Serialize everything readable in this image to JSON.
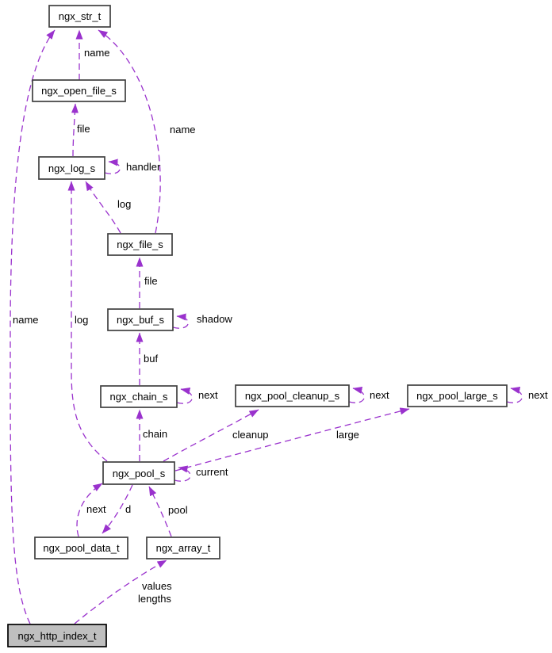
{
  "diagram": {
    "kind": "collaboration-graph",
    "colors": {
      "edge": "#9a32cd",
      "node_border": "#404040",
      "node_fill": "#ffffff",
      "highlight_node_fill": "#bfbfbf",
      "highlight_node_border": "#000000",
      "text": "#000000",
      "background": "#ffffff"
    },
    "nodes": {
      "str": {
        "label": "ngx_str_t"
      },
      "open_file": {
        "label": "ngx_open_file_s"
      },
      "log": {
        "label": "ngx_log_s"
      },
      "file": {
        "label": "ngx_file_s"
      },
      "buf": {
        "label": "ngx_buf_s"
      },
      "chain": {
        "label": "ngx_chain_s"
      },
      "pool_cleanup": {
        "label": "ngx_pool_cleanup_s"
      },
      "pool_large": {
        "label": "ngx_pool_large_s"
      },
      "pool": {
        "label": "ngx_pool_s"
      },
      "pool_data": {
        "label": "ngx_pool_data_t"
      },
      "array": {
        "label": "ngx_array_t"
      },
      "http_index": {
        "label": "ngx_http_index_t"
      }
    },
    "edge_labels": {
      "name_http_index": "name",
      "name_open_file": "name",
      "name_file": "name",
      "file_log": "file",
      "handler": "handler",
      "log_file": "log",
      "log_pool": "log",
      "file_buf": "file",
      "shadow": "shadow",
      "buf_chain": "buf",
      "next_chain": "next",
      "chain_pool": "chain",
      "next_cleanup": "next",
      "next_large": "next",
      "cleanup_pool": "cleanup",
      "large_pool": "large",
      "current": "current",
      "next_pool_data": "next",
      "d": "d",
      "pool_array": "pool",
      "values": "values",
      "lengths": "lengths"
    },
    "edges": [
      {
        "from": "ngx_http_index_t",
        "to": "ngx_str_t",
        "label": "name"
      },
      {
        "from": "ngx_open_file_s",
        "to": "ngx_str_t",
        "label": "name"
      },
      {
        "from": "ngx_file_s",
        "to": "ngx_str_t",
        "label": "name"
      },
      {
        "from": "ngx_log_s",
        "to": "ngx_open_file_s",
        "label": "file"
      },
      {
        "from": "ngx_log_s",
        "to": "ngx_log_s",
        "label": "handler"
      },
      {
        "from": "ngx_file_s",
        "to": "ngx_log_s",
        "label": "log"
      },
      {
        "from": "ngx_pool_s",
        "to": "ngx_log_s",
        "label": "log"
      },
      {
        "from": "ngx_buf_s",
        "to": "ngx_file_s",
        "label": "file"
      },
      {
        "from": "ngx_buf_s",
        "to": "ngx_buf_s",
        "label": "shadow"
      },
      {
        "from": "ngx_chain_s",
        "to": "ngx_buf_s",
        "label": "buf"
      },
      {
        "from": "ngx_chain_s",
        "to": "ngx_chain_s",
        "label": "next"
      },
      {
        "from": "ngx_pool_s",
        "to": "ngx_chain_s",
        "label": "chain"
      },
      {
        "from": "ngx_pool_cleanup_s",
        "to": "ngx_pool_cleanup_s",
        "label": "next"
      },
      {
        "from": "ngx_pool_large_s",
        "to": "ngx_pool_large_s",
        "label": "next"
      },
      {
        "from": "ngx_pool_s",
        "to": "ngx_pool_cleanup_s",
        "label": "cleanup"
      },
      {
        "from": "ngx_pool_s",
        "to": "ngx_pool_large_s",
        "label": "large"
      },
      {
        "from": "ngx_pool_s",
        "to": "ngx_pool_s",
        "label": "current"
      },
      {
        "from": "ngx_pool_data_t",
        "to": "ngx_pool_s",
        "label": "next"
      },
      {
        "from": "ngx_pool_s",
        "to": "ngx_pool_data_t",
        "label": "d"
      },
      {
        "from": "ngx_array_t",
        "to": "ngx_pool_s",
        "label": "pool"
      },
      {
        "from": "ngx_http_index_t",
        "to": "ngx_array_t",
        "label": "values lengths"
      }
    ]
  }
}
